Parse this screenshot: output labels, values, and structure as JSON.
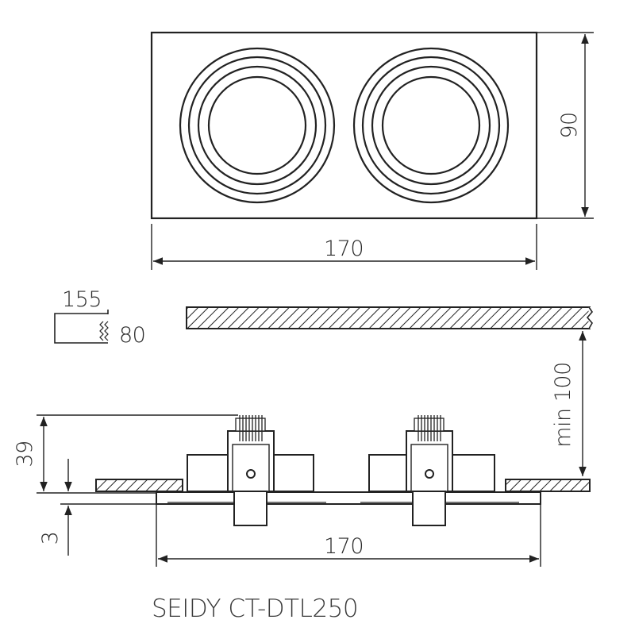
{
  "top_view": {
    "width_label": "170",
    "height_label": "90"
  },
  "cutout": {
    "width_label": "155",
    "height_label": "80"
  },
  "side_view": {
    "clearance_label": "min 100",
    "height_label": "39",
    "flange_label": "3",
    "width_label": "170"
  },
  "product_name": "SEIDY CT-DTL250"
}
